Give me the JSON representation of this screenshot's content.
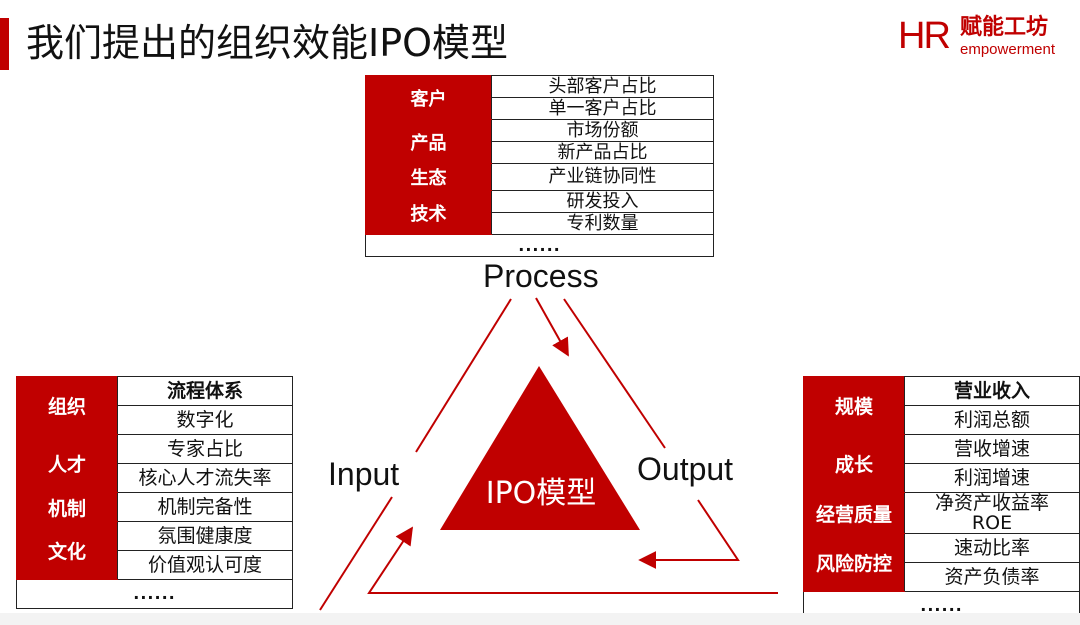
{
  "title": "我们提出的组织效能IPO模型",
  "logo": {
    "letters": "HR",
    "name_cn": "赋能工坊",
    "name_en": "empowerment"
  },
  "colors": {
    "accent": "#c00000",
    "text": "#111111"
  },
  "diagram": {
    "center_label": "IPO模型",
    "process_label": "Process",
    "input_label": "Input",
    "output_label": "Output"
  },
  "process_table": {
    "groups": [
      {
        "category": "客户",
        "items": [
          "头部客户占比",
          "单一客户占比"
        ]
      },
      {
        "category": "产品",
        "items": [
          "市场份额",
          "新产品占比"
        ]
      },
      {
        "category": "生态",
        "items": [
          "产业链协同性"
        ]
      },
      {
        "category": "技术",
        "items": [
          "研发投入",
          "专利数量"
        ]
      }
    ],
    "more": "......"
  },
  "input_table": {
    "groups": [
      {
        "category": "组织",
        "items": [
          "流程体系",
          "数字化"
        ]
      },
      {
        "category": "人才",
        "items": [
          "专家占比",
          "核心人才流失率"
        ]
      },
      {
        "category": "机制",
        "items": [
          "机制完备性"
        ]
      },
      {
        "category": "文化",
        "items": [
          "氛围健康度",
          "价值观认可度"
        ]
      }
    ],
    "more": "......"
  },
  "output_table": {
    "groups": [
      {
        "category": "规模",
        "items": [
          "营业收入",
          "利润总额"
        ]
      },
      {
        "category": "成长",
        "items": [
          "营收增速",
          "利润增速"
        ]
      },
      {
        "category": "经营质量",
        "items": [
          "净资产收益率\nROE"
        ]
      },
      {
        "category": "风险防控",
        "items": [
          "速动比率",
          "资产负债率"
        ]
      }
    ],
    "more": "......"
  }
}
